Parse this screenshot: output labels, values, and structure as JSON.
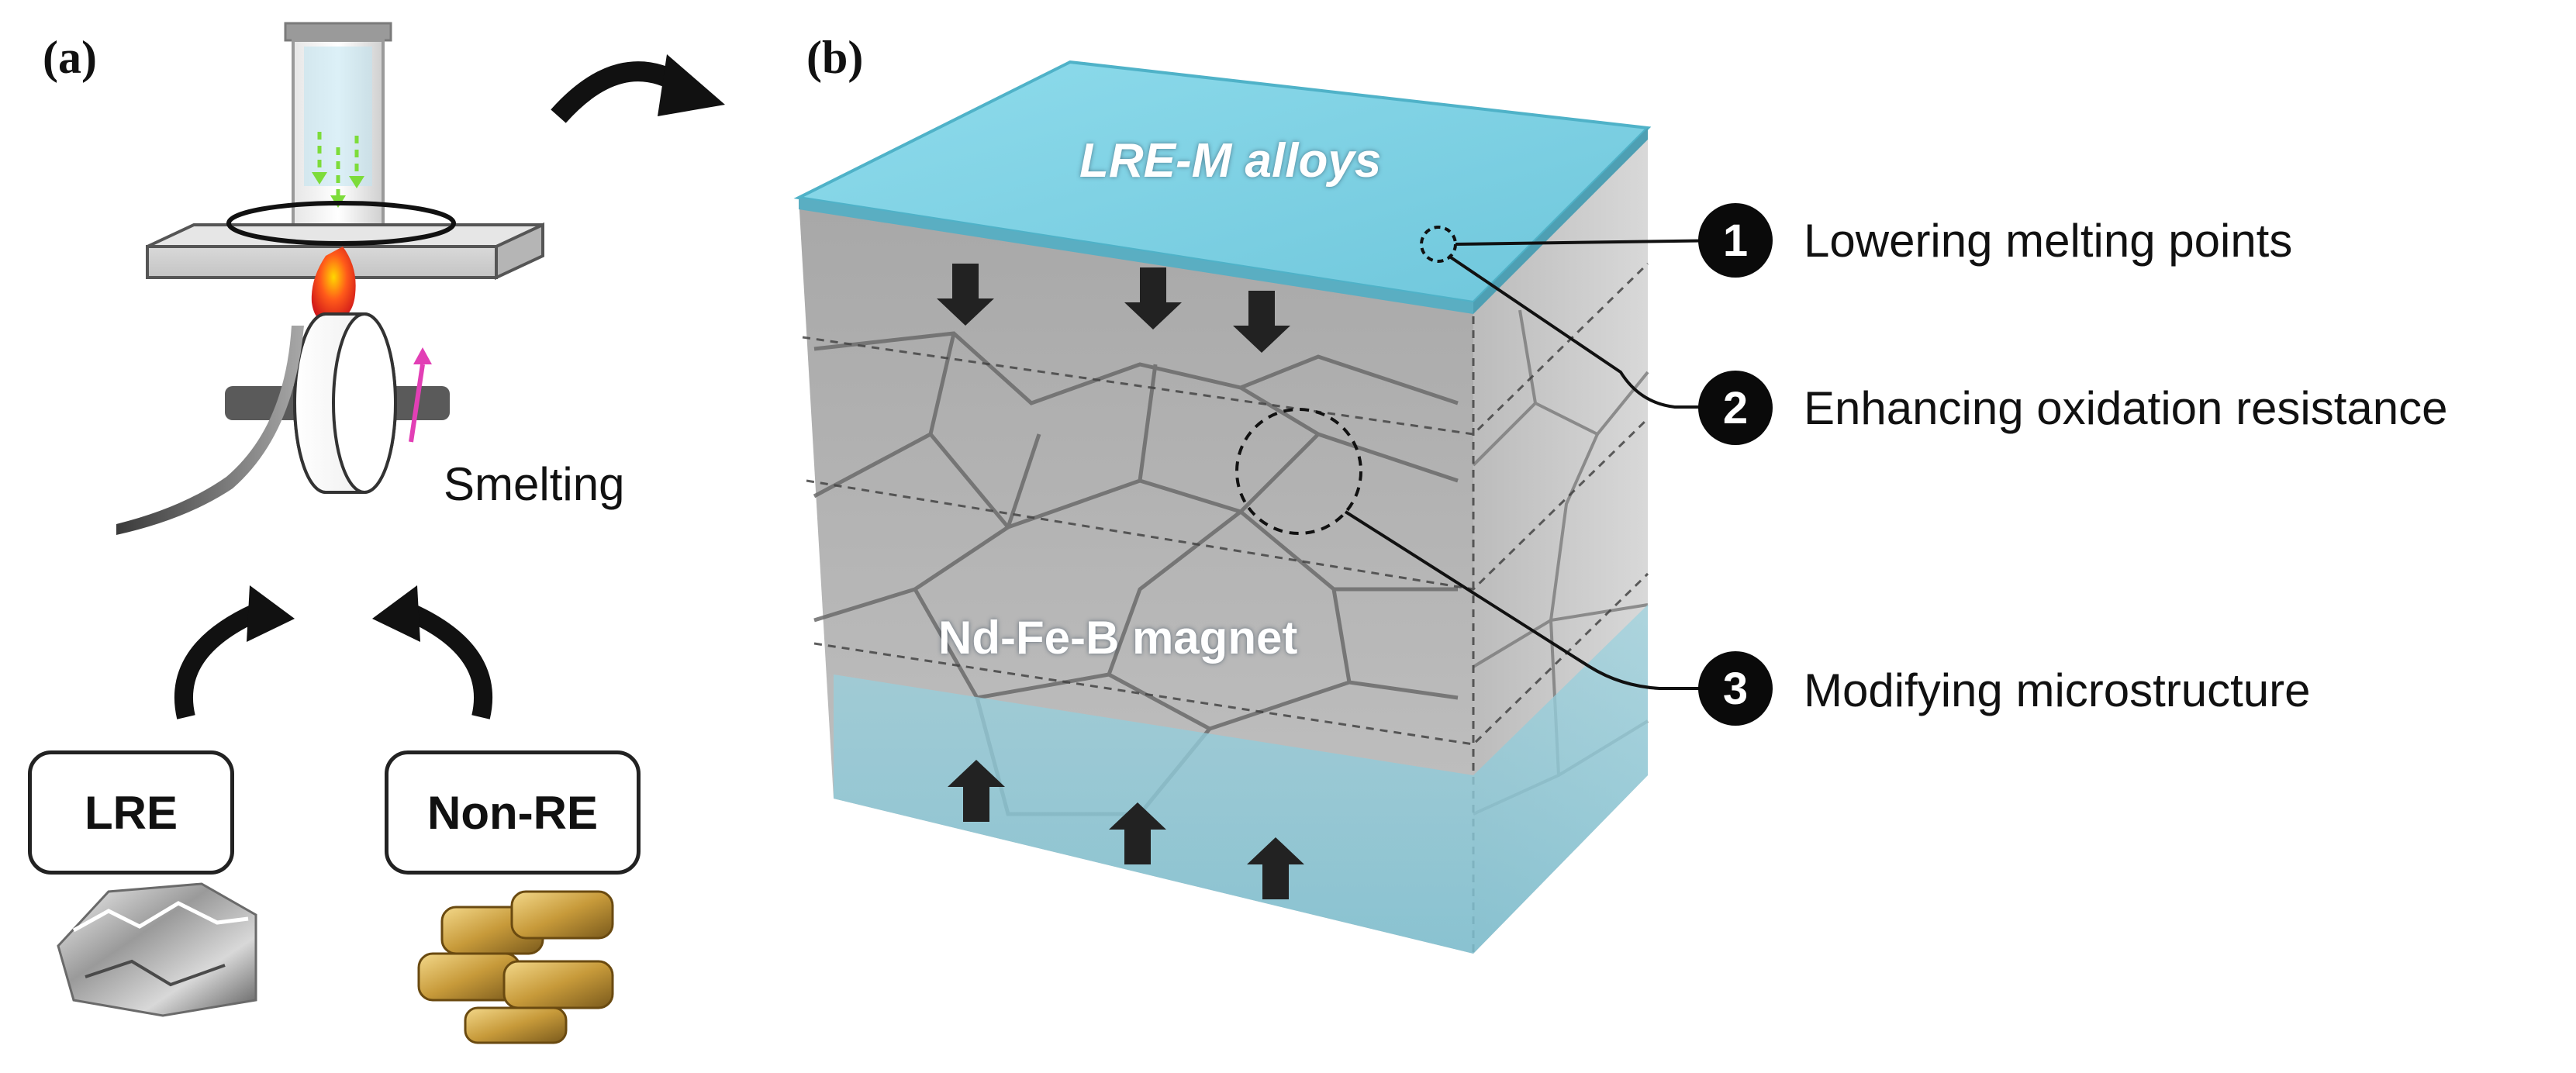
{
  "panel_a": {
    "label": "(a)",
    "process_label": "Smelting",
    "input_left": "LRE",
    "input_right": "Non-RE"
  },
  "panel_b": {
    "label": "(b)",
    "top_layer": "LRE-M alloys",
    "bottom_layer": "Nd-Fe-B magnet",
    "effects": [
      {
        "number": "1",
        "text": "Lowering melting points"
      },
      {
        "number": "2",
        "text": "Enhancing oxidation resistance"
      },
      {
        "number": "3",
        "text": "Modifying microstructure"
      }
    ]
  },
  "colors": {
    "alloy_layer": "#7fd0e3",
    "magnet_body": "#b9b9b9",
    "arrow": "#1a1a1a",
    "badge": "#0a0a0a"
  }
}
